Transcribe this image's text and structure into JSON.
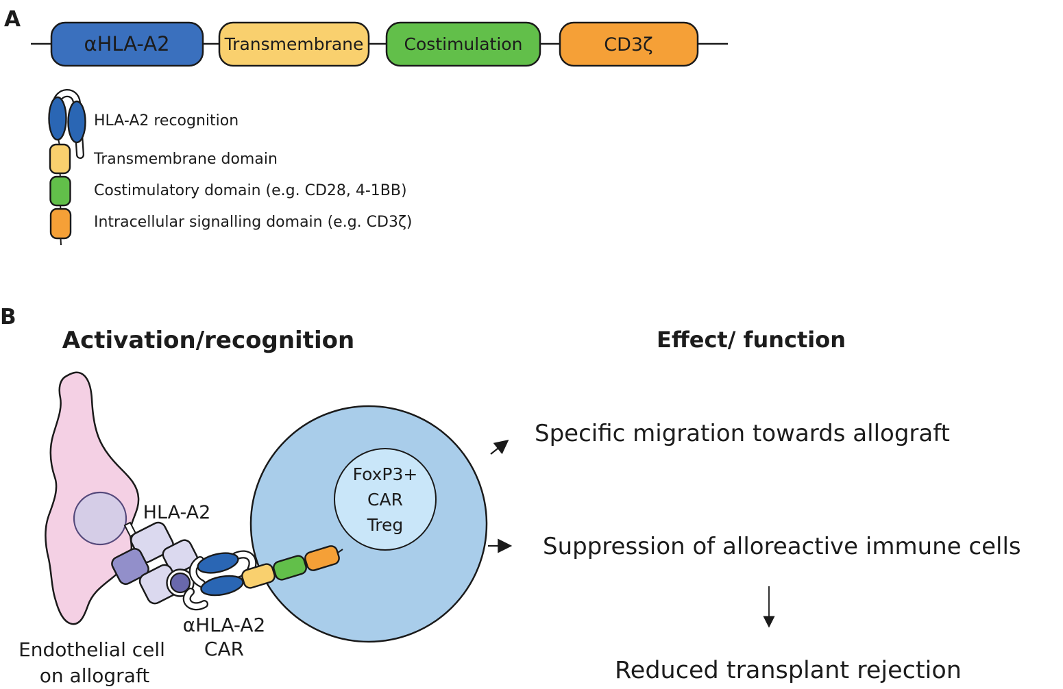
{
  "panel_a": {
    "label": "A",
    "domains": [
      {
        "label": "αHLA-A2"
      },
      {
        "label": "Transmembrane"
      },
      {
        "label": "Costimulation"
      },
      {
        "label": "CD3ζ"
      }
    ],
    "legend": [
      {
        "label": "HLA-A2 recognition"
      },
      {
        "label": "Transmembrane domain"
      },
      {
        "label": "Costimulatory domain (e.g. CD28, 4-1BB)"
      },
      {
        "label": "Intracellular signalling domain (e.g. CD3ζ)"
      }
    ]
  },
  "panel_b": {
    "label": "B",
    "heading_left": "Activation/recognition",
    "heading_right": "Effect/ function",
    "labels": {
      "hla": "HLA-A2",
      "car_line1": "αHLA-A2",
      "car_line2": "CAR",
      "endothelial_line1": "Endothelial cell",
      "endothelial_line2": "on allograft",
      "treg_line1": "FoxP3+",
      "treg_line2": "CAR",
      "treg_line3": "Treg"
    },
    "effects": {
      "migration": "Specific migration towards allograft",
      "suppression": "Suppression of alloreactive immune cells",
      "outcome": "Reduced transplant rejection"
    }
  },
  "colors": {
    "domain_blue": "#3a70be",
    "domain_yellow": "#f9d06e",
    "domain_green": "#62bf4a",
    "domain_orange": "#f5a037",
    "scfv_blue": "#2a66b4",
    "pink_cell": "#f4d0e4",
    "nucleus": "#d5cde7",
    "nucleus_outline": "#55497b",
    "treg_fill": "#a9cdea",
    "treg_inner": "#c9e6f9",
    "hla_light": "#dbd9ef",
    "hla_dark": "#928fca",
    "b2m_purple": "#6968ac"
  }
}
